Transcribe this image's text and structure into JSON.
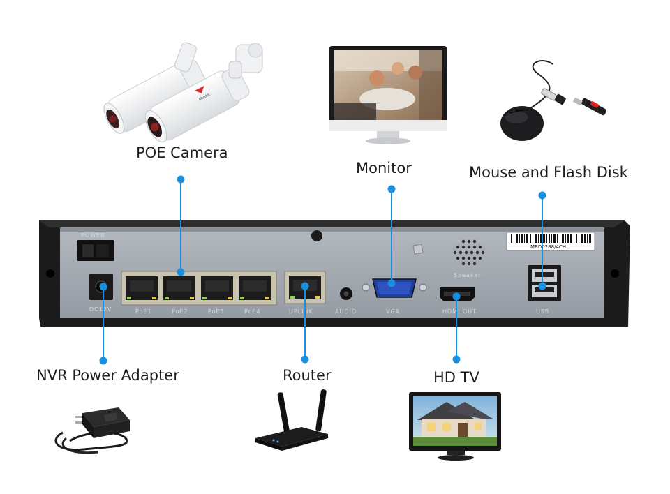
{
  "labels": {
    "poe_camera": "POE Camera",
    "monitor": "Monitor",
    "mouse_flash": "Mouse and Flash Disk",
    "power_adapter": "NVR Power Adapter",
    "router": "Router",
    "hd_tv": "HD TV"
  },
  "nvr_panel": {
    "power_label": "POWER",
    "dc_label": "DC12V",
    "poe_ports": [
      "PoE1",
      "PoE2",
      "PoE3",
      "PoE4"
    ],
    "uplink_label": "UPLINK",
    "audio_label": "AUDIO",
    "vga_label": "VGA",
    "hdmi_label": "HDMI OUT",
    "speaker_label": "Speaker",
    "usb_label": "USB",
    "model_sticker": "MBD0288/4CH"
  },
  "camera_brand": "ANRAN",
  "colors": {
    "connector_line": "#1a8fe0",
    "panel_face": "#a6acb4",
    "chassis": "#1b1b1b"
  }
}
